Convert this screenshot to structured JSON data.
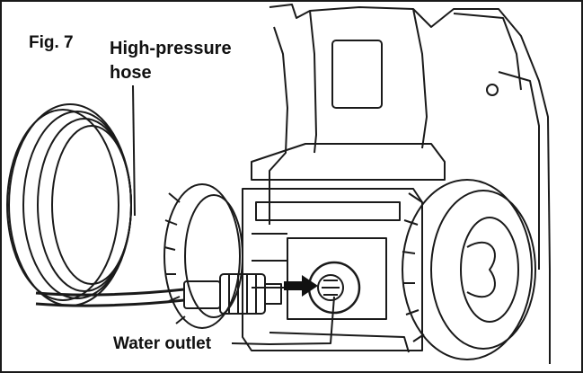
{
  "figure": {
    "number_label": "Fig. 7",
    "callouts": {
      "hose_line1": "High-pressure",
      "hose_line2": "hose",
      "outlet": "Water outlet"
    }
  },
  "colors": {
    "stroke": "#1a1a1a",
    "background": "#ffffff",
    "shade": "#555555"
  }
}
